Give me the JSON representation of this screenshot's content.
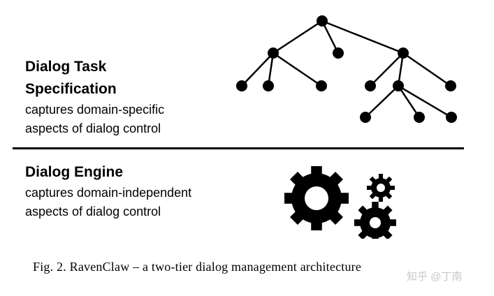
{
  "top_tier": {
    "title_line1": "Dialog Task",
    "title_line2": "Specification",
    "desc_line1": "captures domain-specific",
    "desc_line2": "aspects of dialog control"
  },
  "bottom_tier": {
    "title": "Dialog Engine",
    "desc_line1": "captures domain-independent",
    "desc_line2": "aspects of dialog control"
  },
  "caption": "Fig. 2.  RavenClaw – a two-tier dialog management architecture",
  "watermark": "知乎 @丁南",
  "icons": [
    "task-tree-icon",
    "gears-icon"
  ]
}
